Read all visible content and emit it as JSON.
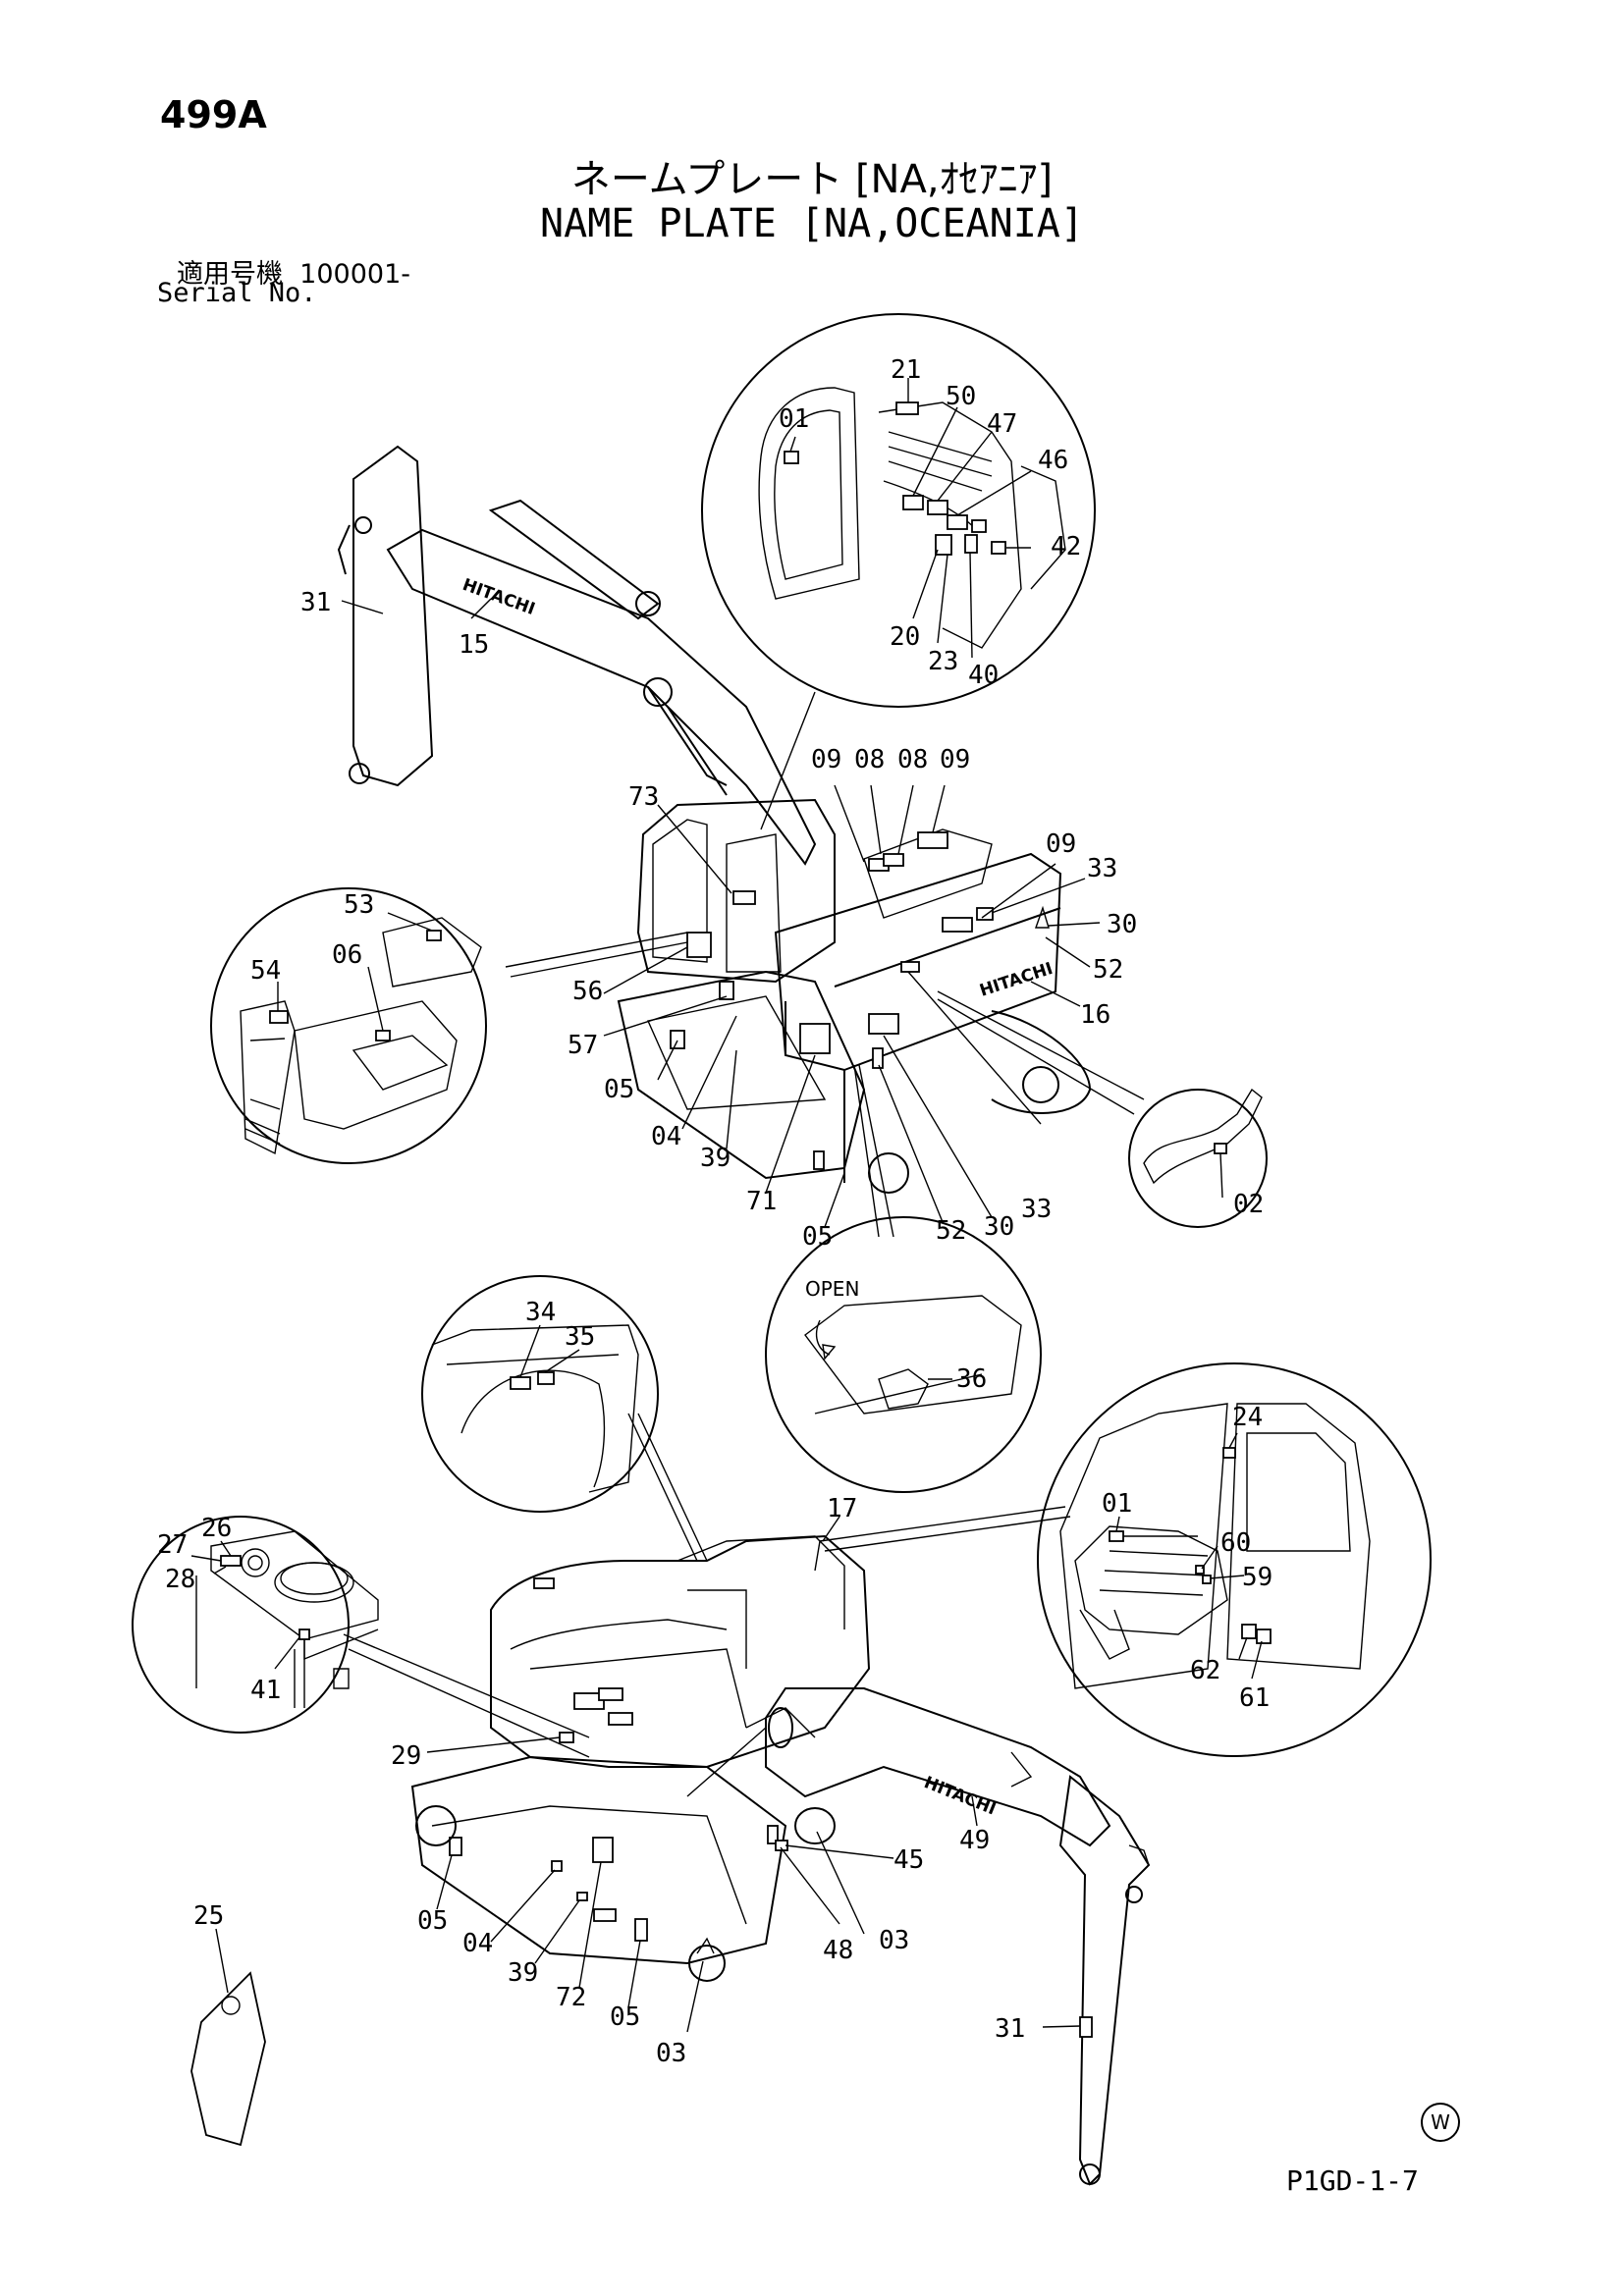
{
  "page_number": "499A",
  "title_ja": "ネームプレート [NA,ｵｾｱﾆｱ]",
  "title_en": "NAME PLATE [NA,OCEANIA]",
  "serial_label_ja": "適用号機",
  "serial_range": "100001-",
  "serial_label_en": "Serial No.",
  "footer_code": "P1GD-1-7",
  "watermark_symbol": "W",
  "brand_text": "HITACHI",
  "open_label": "OPEN",
  "callouts": {
    "upper": {
      "c31": "31",
      "c15": "15",
      "c73": "73",
      "c09a": "09",
      "c08a": "08",
      "c08b": "08",
      "c09b": "09",
      "c09c": "09",
      "c33a": "33",
      "c30a": "30",
      "c52a": "52",
      "c16": "16",
      "c56": "56",
      "c57": "57",
      "c05a": "05",
      "c04": "04",
      "c39": "39",
      "c71": "71",
      "c05b": "05",
      "c52b": "52",
      "c30b": "30",
      "c33b": "33"
    },
    "cab_detail": {
      "c01": "01",
      "c21": "21",
      "c50": "50",
      "c47": "47",
      "c46": "46",
      "c42": "42",
      "c20": "20",
      "c23": "23",
      "c40": "40"
    },
    "left_detail": {
      "c53": "53",
      "c06": "06",
      "c54": "54"
    },
    "hose_detail": {
      "c02": "02"
    },
    "open_detail": {
      "c36": "36"
    },
    "radiator_detail": {
      "c34": "34",
      "c35": "35"
    },
    "pump_detail": {
      "c26": "26",
      "c27": "27",
      "c28": "28",
      "c41": "41"
    },
    "cab_right_detail": {
      "c24": "24",
      "c01": "01",
      "c60": "60",
      "c59": "59",
      "c62": "62",
      "c61": "61"
    },
    "lower": {
      "c17": "17",
      "c29": "29",
      "c45": "45",
      "c49": "49",
      "c05a": "05",
      "c04": "04",
      "c39": "39",
      "c72": "72",
      "c05b": "05",
      "c03a": "03",
      "c48": "48",
      "c03b": "03",
      "c31": "31",
      "c25": "25"
    }
  }
}
